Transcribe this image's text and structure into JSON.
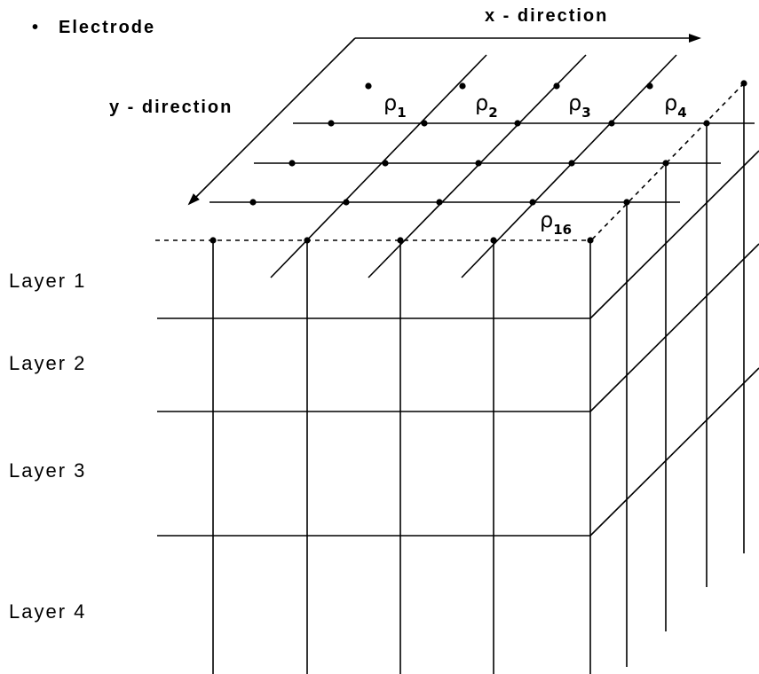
{
  "legend": {
    "bullet": "•",
    "label": "Electrode"
  },
  "axes": {
    "x_label": "x - direction",
    "y_label": "y - direction"
  },
  "resistivity": {
    "symbol": "ρ",
    "cells": [
      {
        "sub": "1"
      },
      {
        "sub": "2"
      },
      {
        "sub": "3"
      },
      {
        "sub": "4"
      },
      {
        "sub": "16"
      }
    ]
  },
  "layers": [
    {
      "label": "Layer 1"
    },
    {
      "label": "Layer 2"
    },
    {
      "label": "Layer 3"
    },
    {
      "label": "Layer 4"
    }
  ]
}
